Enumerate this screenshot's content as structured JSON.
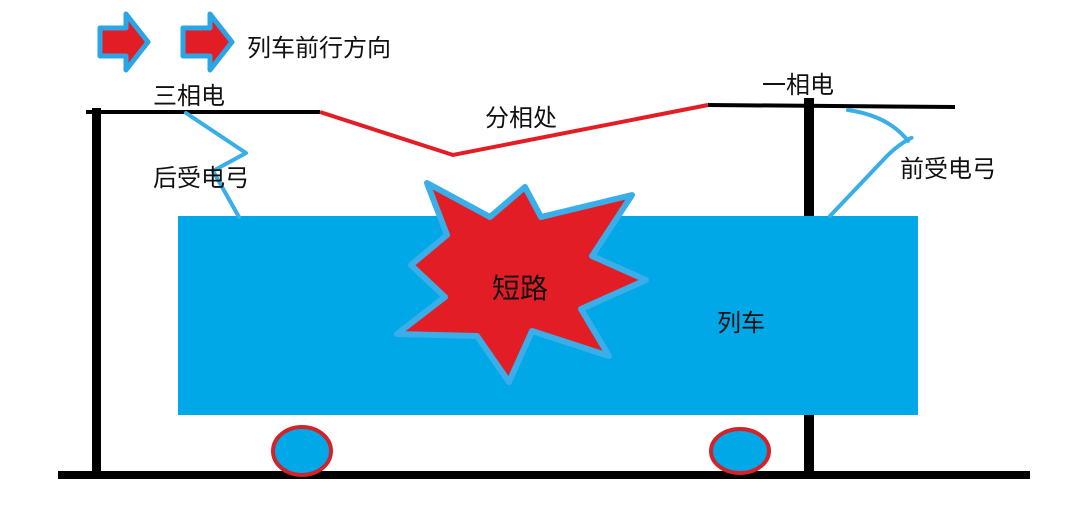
{
  "legend": {
    "direction_label": "列车前行方向"
  },
  "wires": {
    "left_phase_label": "三相电",
    "right_phase_label": "一相电",
    "neutral_section_label": "分相处"
  },
  "pantographs": {
    "rear_label": "后受电弓",
    "front_label": "前受电弓"
  },
  "train": {
    "label": "列车",
    "short_circuit_label": "短路"
  },
  "colors": {
    "train_body": "#00a8e8",
    "wire": "#000000",
    "neutral_section": "#e21d25",
    "burst_fill": "#e21d25",
    "burst_outline": "#3aaee8",
    "pantograph": "#3aaee8",
    "arrow_fill": "#e21d25",
    "arrow_outline": "#2aa6e6",
    "wheel_fill": "#00a8e8",
    "wheel_outline": "#d2232a"
  },
  "icons": {
    "direction_arrow": "right-arrow-icon"
  }
}
